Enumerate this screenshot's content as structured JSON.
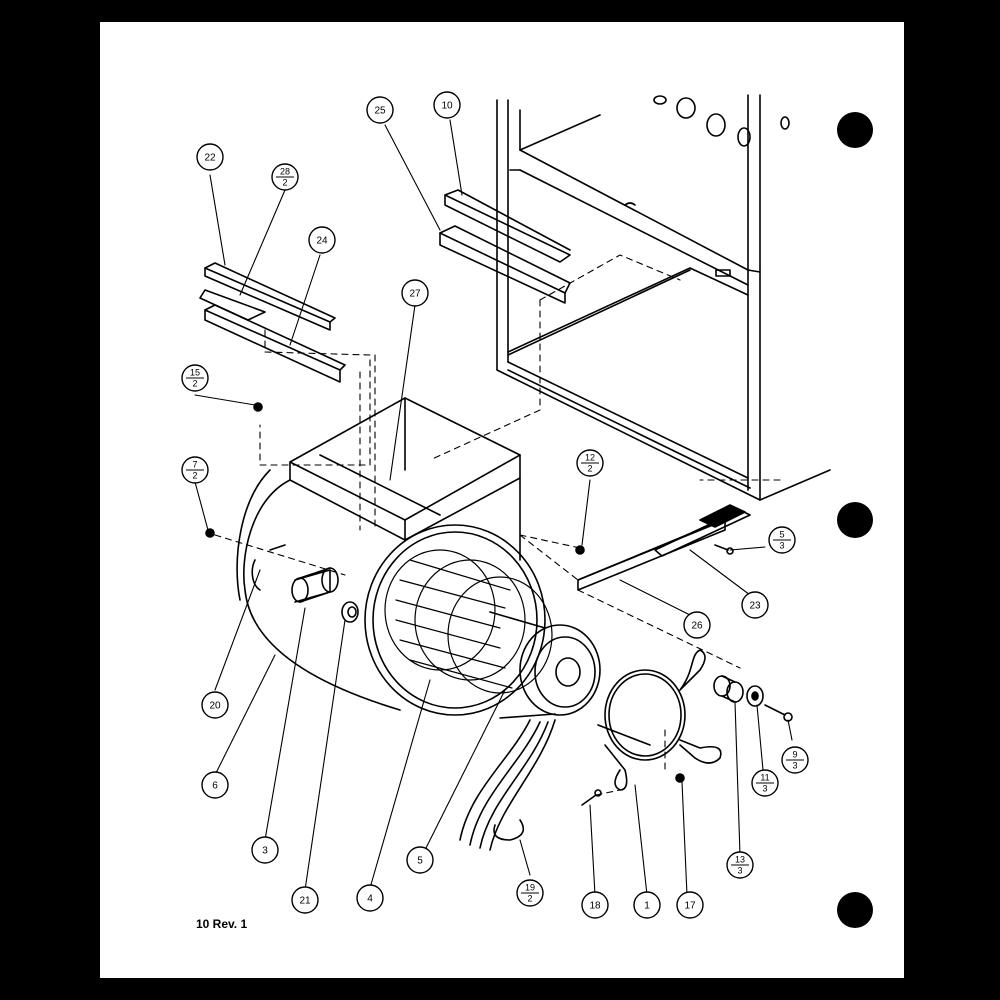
{
  "footer_label": "10 Rev. 1",
  "callouts": [
    {
      "id": "c22",
      "label": "22"
    },
    {
      "id": "c28",
      "num": "28",
      "den": "2"
    },
    {
      "id": "c24",
      "label": "24"
    },
    {
      "id": "c25",
      "label": "25"
    },
    {
      "id": "c10",
      "label": "10"
    },
    {
      "id": "c27",
      "label": "27"
    },
    {
      "id": "c15",
      "num": "15",
      "den": "2"
    },
    {
      "id": "c7",
      "num": "7",
      "den": "2"
    },
    {
      "id": "c12",
      "num": "12",
      "den": "2"
    },
    {
      "id": "c5r",
      "num": "5",
      "den": "3"
    },
    {
      "id": "c23",
      "label": "23"
    },
    {
      "id": "c26",
      "label": "26"
    },
    {
      "id": "c20",
      "label": "20"
    },
    {
      "id": "c6",
      "label": "6"
    },
    {
      "id": "c3",
      "label": "3"
    },
    {
      "id": "c21",
      "label": "21"
    },
    {
      "id": "c4",
      "label": "4"
    },
    {
      "id": "c5",
      "label": "5"
    },
    {
      "id": "c19",
      "num": "19",
      "den": "2"
    },
    {
      "id": "c18",
      "label": "18"
    },
    {
      "id": "c1",
      "label": "1"
    },
    {
      "id": "c17",
      "label": "17"
    },
    {
      "id": "c13",
      "num": "13",
      "den": "3"
    },
    {
      "id": "c11",
      "num": "11",
      "den": "3"
    },
    {
      "id": "c9",
      "num": "9",
      "den": "3"
    }
  ]
}
